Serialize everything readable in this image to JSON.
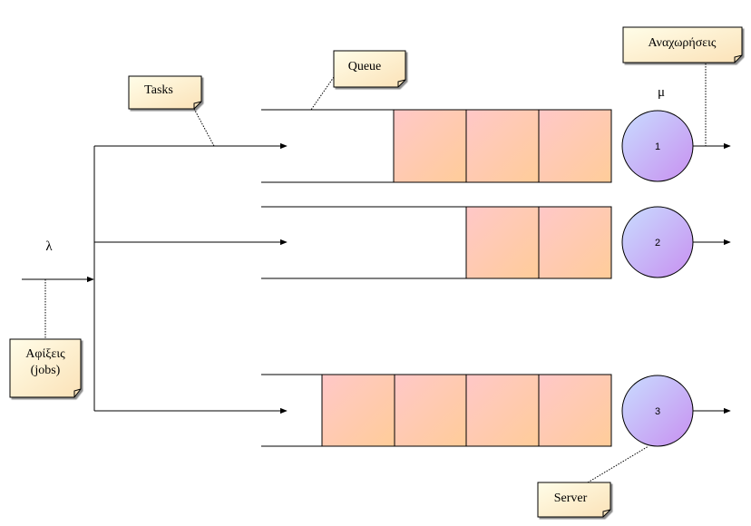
{
  "symbols": {
    "arrival_rate": "λ",
    "service_rate": "μ"
  },
  "notes": {
    "arrivals_line1": "Αφίξεις",
    "arrivals_line2": "(jobs)",
    "tasks": "Tasks",
    "queue": "Queue",
    "departures": "Αναχωρήσεις",
    "server": "Server"
  },
  "queues": [
    {
      "server_number": "1",
      "buffered_jobs": 3
    },
    {
      "server_number": "2",
      "buffered_jobs": 2
    },
    {
      "server_number": "3",
      "buffered_jobs": 4
    }
  ],
  "colors": {
    "job_cell_a": "#ffc8c8",
    "job_cell_b": "#ffcc99",
    "server_a": "#c8dcff",
    "server_b": "#c890f0",
    "note_a": "#fffde8",
    "note_b": "#fbe2b8",
    "line": "#000000"
  }
}
